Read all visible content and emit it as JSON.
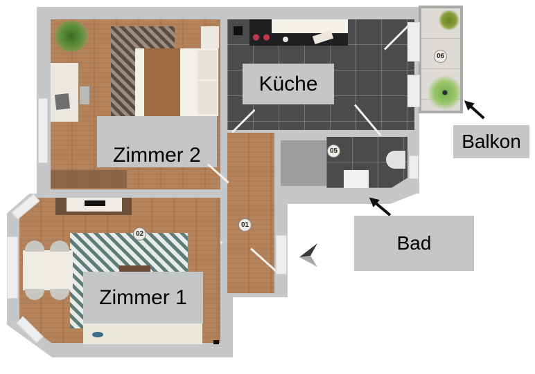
{
  "plan": {
    "rooms": [
      {
        "id": "zimmer2",
        "label": "Zimmer 2"
      },
      {
        "id": "kueche",
        "label": "Küche"
      },
      {
        "id": "zimmer1",
        "label": "Zimmer 1"
      }
    ],
    "callouts": [
      {
        "id": "balkon",
        "label": "Balkon"
      },
      {
        "id": "bad",
        "label": "Bad"
      }
    ],
    "room_numbers": {
      "flur": "01",
      "zimmer1": "02",
      "bad": "05",
      "balkon": "06"
    },
    "colors": {
      "wall": "#c6c7c9",
      "wood_floor": "#b07c52",
      "tile_floor": "#4a4b4d",
      "label_background": "#c5c6c8",
      "label_text": "#000000",
      "arrow": "#111111"
    }
  }
}
